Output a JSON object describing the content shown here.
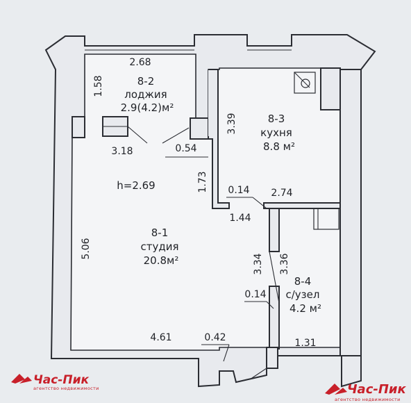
{
  "rooms": {
    "loggia": {
      "code": "8-2",
      "name": "лоджия",
      "area": "2.9(4.2)м²"
    },
    "kitchen": {
      "code": "8-3",
      "name": "кухня",
      "area": "8.8 м²"
    },
    "studio": {
      "code": "8-1",
      "name": "студия",
      "area": "20.8м²"
    },
    "bathroom": {
      "code": "8-4",
      "name": "с/узел",
      "area": "4.2 м²"
    }
  },
  "ceiling_height": "h=2.69",
  "dimensions": {
    "d_2_68": "2.68",
    "d_1_58": "1.58",
    "d_3_18": "3.18",
    "d_0_54": "0.54",
    "d_3_39": "3.39",
    "d_1_73": "1.73",
    "d_0_14_kitchen": "0.14",
    "d_2_74": "2.74",
    "d_1_44": "1.44",
    "d_5_06": "5.06",
    "d_3_34": "3.34",
    "d_3_36": "3.36",
    "d_0_14_bath": "0.14",
    "d_4_61": "4.61",
    "d_0_42": "0.42",
    "d_1_31": "1.31"
  },
  "logo": {
    "brand": "Час-Пик",
    "tagline": "агентство недвижимости",
    "color": "#c8202a"
  }
}
